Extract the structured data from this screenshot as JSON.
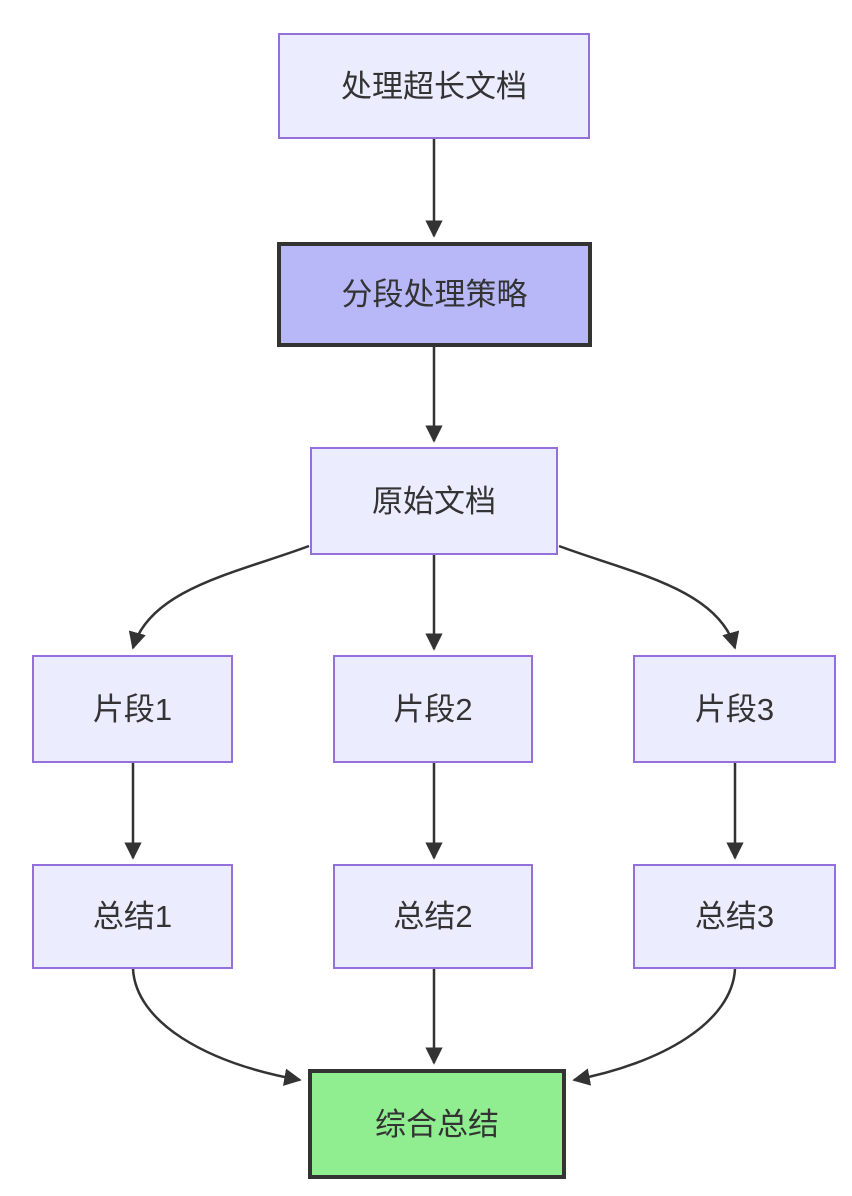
{
  "diagram": {
    "type": "flowchart",
    "direction": "top-down",
    "colors": {
      "background": "#ffffff",
      "node_fill": "#ECECFF",
      "node_border": "#9370DB",
      "highlight_fill": "#b8b8f8",
      "highlight_border": "#333333",
      "result_fill": "#90EE90",
      "result_border": "#333333",
      "edge": "#333333",
      "text": "#333333"
    },
    "nodes": {
      "process_long_doc": {
        "label": "处理超长文档"
      },
      "segment_strategy": {
        "label": "分段处理策略"
      },
      "original_doc": {
        "label": "原始文档"
      },
      "fragment1": {
        "label": "片段1"
      },
      "fragment2": {
        "label": "片段2"
      },
      "fragment3": {
        "label": "片段3"
      },
      "summary1": {
        "label": "总结1"
      },
      "summary2": {
        "label": "总结2"
      },
      "summary3": {
        "label": "总结3"
      },
      "final_summary": {
        "label": "综合总结"
      }
    },
    "edges": [
      {
        "from": "process_long_doc",
        "to": "segment_strategy"
      },
      {
        "from": "segment_strategy",
        "to": "original_doc"
      },
      {
        "from": "original_doc",
        "to": "fragment1"
      },
      {
        "from": "original_doc",
        "to": "fragment2"
      },
      {
        "from": "original_doc",
        "to": "fragment3"
      },
      {
        "from": "fragment1",
        "to": "summary1"
      },
      {
        "from": "fragment2",
        "to": "summary2"
      },
      {
        "from": "fragment3",
        "to": "summary3"
      },
      {
        "from": "summary1",
        "to": "final_summary"
      },
      {
        "from": "summary2",
        "to": "final_summary"
      },
      {
        "from": "summary3",
        "to": "final_summary"
      }
    ]
  }
}
